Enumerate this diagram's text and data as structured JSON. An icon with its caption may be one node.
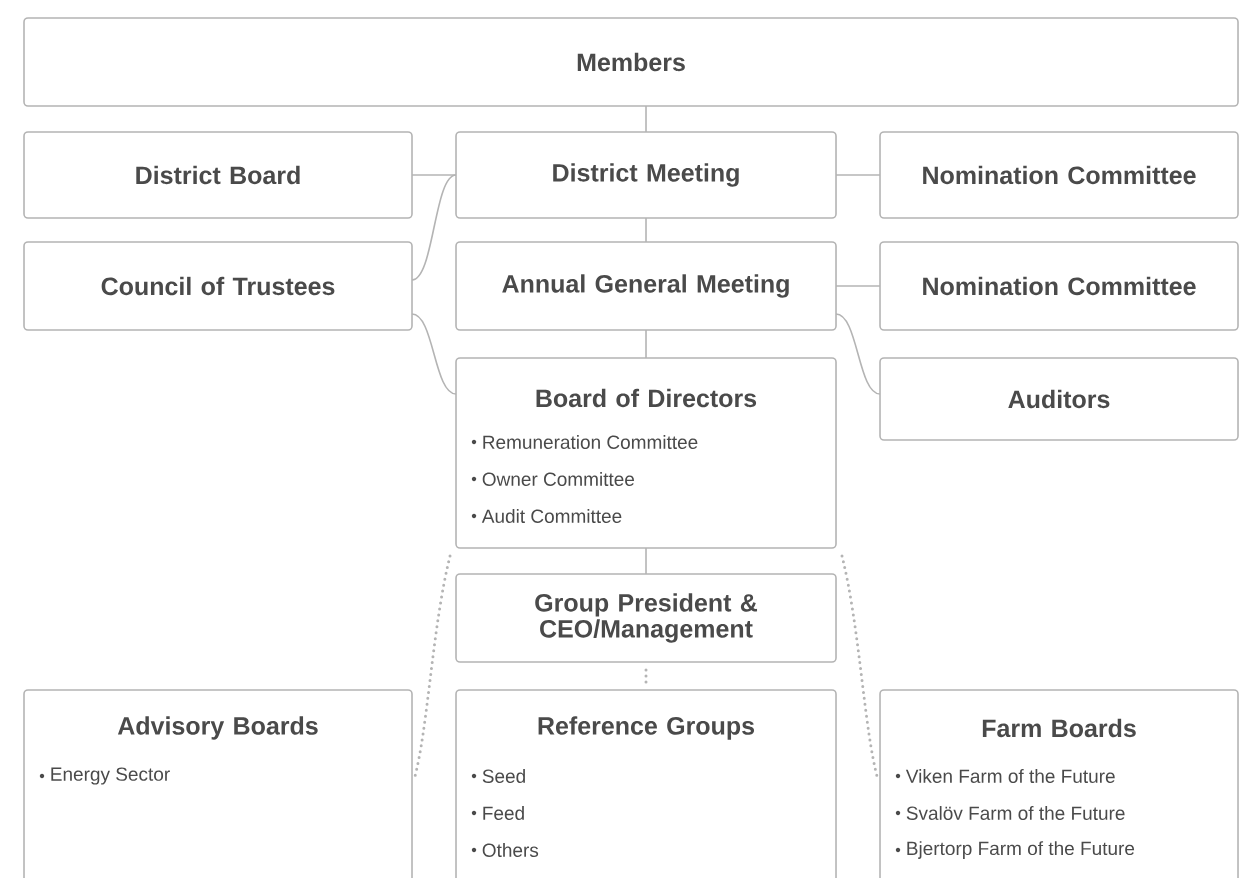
{
  "diagram": {
    "nodes": [
      {
        "text": [
          "Members"
        ]
      },
      {
        "text": [
          "District Board"
        ]
      },
      {
        "text": [
          "District Meeting"
        ]
      },
      {
        "text": [
          "Nomination Committee"
        ]
      },
      {
        "text": [
          "Council of Trustees"
        ]
      },
      {
        "text": [
          "Annual General Meeting"
        ]
      },
      {
        "text": [
          "Nomination Committee"
        ]
      },
      {
        "text": [
          "Board of Directors",
          "Remuneration Committee",
          "Owner Committee",
          "Audit Committee"
        ]
      },
      {
        "text": [
          "Auditors"
        ]
      },
      {
        "text": [
          "Group President & CEO/Management"
        ]
      },
      {
        "text": [
          "Advisory Boards",
          "Energy Sector"
        ]
      },
      {
        "text": [
          "Reference Groups",
          "Seed",
          "Feed",
          "Others"
        ]
      },
      {
        "text": [
          "Farm Boards",
          "Viken Farm of the Future",
          "Svalöv Farm of the Future",
          "Bjertorp Farm of the Future"
        ]
      }
    ],
    "edges": [
      {
        "from": 0,
        "to": 2,
        "arrow": "none"
      },
      {
        "from": 1,
        "to": 2,
        "arrow": "none"
      },
      {
        "from": 2,
        "to": 3,
        "arrow": "none"
      },
      {
        "from": 4,
        "to": 2,
        "arrow": "none"
      },
      {
        "from": 2,
        "to": 5,
        "arrow": "none"
      },
      {
        "from": 5,
        "to": 6,
        "arrow": "none"
      },
      {
        "from": 4,
        "to": 7,
        "arrow": "none"
      },
      {
        "from": 5,
        "to": 7,
        "arrow": "none"
      },
      {
        "from": 5,
        "to": 8,
        "arrow": "none"
      },
      {
        "from": 7,
        "to": 9,
        "arrow": "none"
      },
      {
        "from": 7,
        "to": 10,
        "arrow": "none",
        "style": "dashed"
      },
      {
        "from": 9,
        "to": 11,
        "arrow": "none",
        "style": "dashed"
      },
      {
        "from": 7,
        "to": 12,
        "arrow": "none",
        "style": "dashed"
      }
    ]
  }
}
